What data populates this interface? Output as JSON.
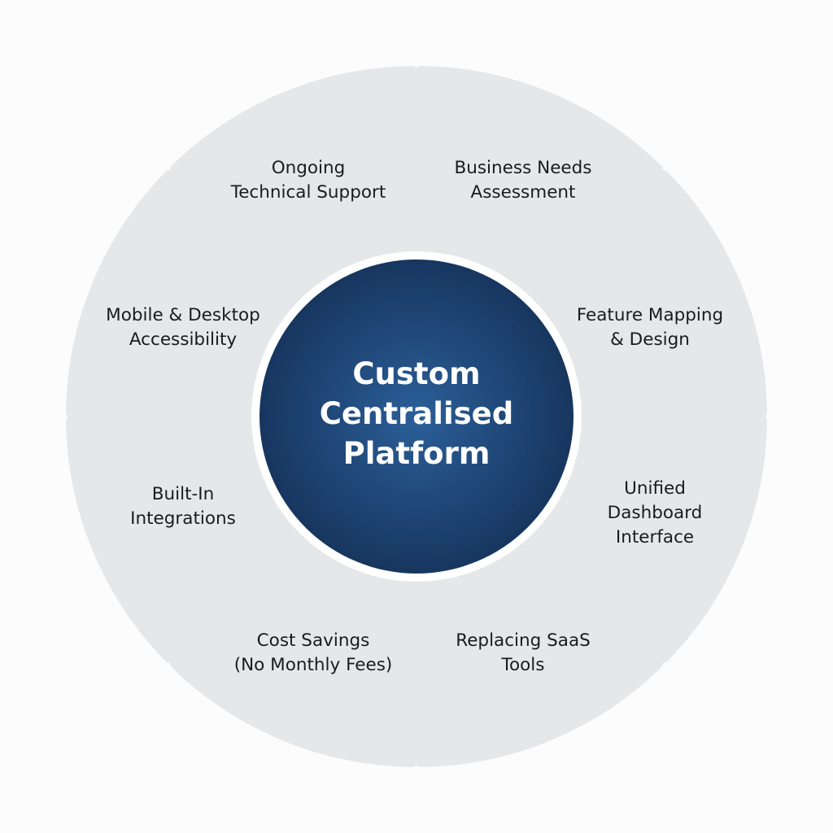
{
  "center": {
    "lines": [
      "Custom",
      "Centralised",
      "Platform"
    ]
  },
  "segments": [
    {
      "lines": [
        "Business Needs",
        "Assessment"
      ]
    },
    {
      "lines": [
        "Feature Mapping",
        "& Design"
      ]
    },
    {
      "lines": [
        "Unified",
        "Dashboard",
        "Interface"
      ]
    },
    {
      "lines": [
        "Replacing SaaS",
        "Tools"
      ]
    },
    {
      "lines": [
        "Cost Savings",
        "(No Monthly Fees)"
      ]
    },
    {
      "lines": [
        "Built-In",
        "Integrations"
      ]
    },
    {
      "lines": [
        "Mobile & Desktop",
        "Accessibility"
      ]
    },
    {
      "lines": [
        "Ongoing",
        "Technical Support"
      ]
    }
  ],
  "colors": {
    "segment_fill": "#e6e7e9",
    "center_inner": "#2b5f99",
    "center_outer": "#17365f",
    "ring": "#ffffff"
  }
}
